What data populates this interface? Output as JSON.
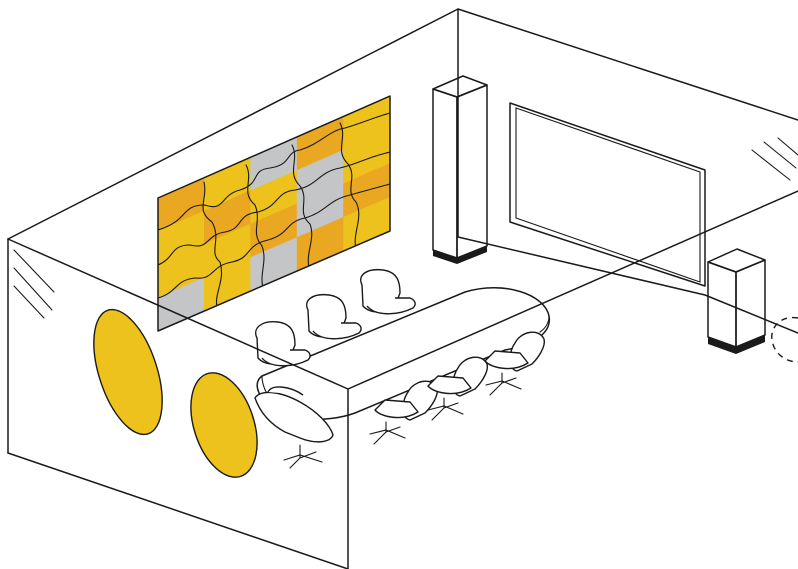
{
  "colors": {
    "orange": "#E9A722",
    "yellow": "#EDC21D",
    "grey": "#C4C5C7",
    "outline": "#1a1a1a",
    "base": "#1a1a1a",
    "background": "#ffffff"
  },
  "objects": {
    "puzzle_wall_panel": {
      "tile_colors": [
        [
          "orange",
          "yellow",
          "grey",
          "orange",
          "yellow"
        ],
        [
          "yellow",
          "orange",
          "yellow",
          "grey",
          "yellow"
        ],
        [
          "yellow",
          "yellow",
          "orange",
          "grey",
          "orange"
        ],
        [
          "grey",
          "yellow",
          "grey",
          "orange",
          "yellow"
        ]
      ]
    },
    "absorber_columns": [
      {
        "color": "orange"
      },
      {
        "color": "yellow"
      }
    ],
    "oval_panels": [
      {
        "color": "yellow"
      },
      {
        "color": "yellow"
      }
    ],
    "whiteboard": {
      "count": 1
    },
    "conference_table": {
      "count": 1
    },
    "chairs": {
      "count": 8
    }
  }
}
